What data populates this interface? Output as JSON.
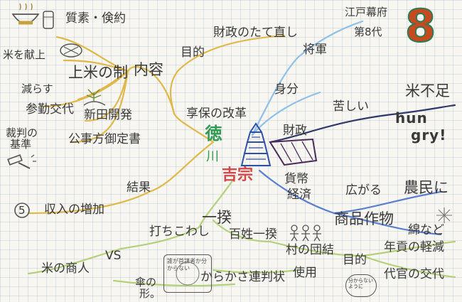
{
  "center": {
    "line1": "徳",
    "line2": "川",
    "line3": "吉宗"
  },
  "top_left": {
    "thrift": "質素・倹約",
    "rice_offer": "米を献上",
    "jomai": "上米の制",
    "reduce": "減らす",
    "sankin": "参勤交代",
    "shinden": "新田開発",
    "saiban1": "裁判の",
    "saiban2": "基準",
    "kujikata": "公事方御定書",
    "naiyou": "内容",
    "kyouhou": "享保の改革",
    "mokuteki": "目的",
    "zaisei_tatenaoshi": "財政のたて直し",
    "kekka": "結果",
    "shuunyuu": "収入の増加",
    "go_mark": "5"
  },
  "top_right": {
    "edo1": "江戸幕府",
    "edo2": "第8代",
    "shogun": "将軍",
    "eight": "8",
    "mibun": "身分",
    "kurushii": "苦しい",
    "kome_fusoku": "米不足",
    "hungry1": "hun",
    "hungry2": "gry!",
    "zaisei": "財政",
    "kahei1": "貨幣",
    "kahei2": "経済",
    "hirogaru": "広がる",
    "noumin": "農民に",
    "shouhin": "商品作物",
    "wata": "綿など"
  },
  "bottom": {
    "uchikowashi": "打ちこわし",
    "ikki": "一揆",
    "kome_shounin": "米の商人",
    "vs": "VS",
    "hyakushou": "百姓一揆",
    "mura": "村の団結",
    "mokuteki2": "目的",
    "nengu": "年貢の軽減",
    "daikan": "代官の交代",
    "karakasa": "からかさ連判状",
    "shiyou": "使用",
    "kasa1": "傘の",
    "kasa2": "形。",
    "stamp_text": "誰が首謀者か分からない",
    "bubble": "分からないように"
  },
  "colors": {
    "branch_yellow": "#e0b84a",
    "branch_green": "#b5d07a",
    "branch_blue": "#5a7fd0",
    "branch_lightblue": "#8fc0e8",
    "branch_navy": "#2f3a6a",
    "branch_purple": "#4a2a5a",
    "center_green": "#2f9a52",
    "center_red": "#d3484a"
  },
  "icons": [
    "rice-bowl-icon",
    "rice-bag-icon",
    "plant-icon",
    "gavel-icon",
    "people-icon",
    "circle-mark-icon",
    "castle-icon",
    "sparkle-icon"
  ]
}
